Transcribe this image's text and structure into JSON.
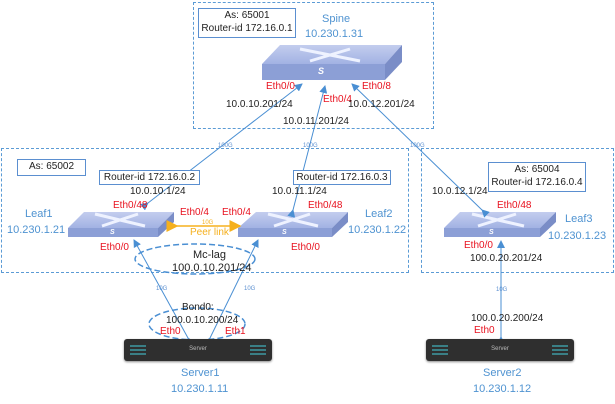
{
  "spine": {
    "name": "Spine",
    "mgmt_ip": "10.230.1.31",
    "as": "As: 65001",
    "router_id": "Router-id 172.16.0.1",
    "ports": [
      "Eth0/0",
      "Eth0/4",
      "Eth0/8"
    ],
    "ips": [
      "10.0.10.201/24",
      "10.0.11.201/24",
      "10.0.12.201/24"
    ]
  },
  "leaf1": {
    "name": "Leaf1",
    "mgmt_ip": "10.230.1.21",
    "as": "As: 65002",
    "router_id": "Router-id 172.16.0.2",
    "uplink_ip": "10.0.10.1/24",
    "uplink_port": "Eth0/48",
    "peer_port": "Eth0/4",
    "down_port": "Eth0/0"
  },
  "leaf2": {
    "name": "Leaf2",
    "mgmt_ip": "10.230.1.22",
    "router_id": "Router-id 172.16.0.3",
    "uplink_ip": "10.0.11.1/24",
    "uplink_port": "Eth0/48",
    "peer_port": "Eth0/4",
    "down_port": "Eth0/0"
  },
  "leaf3": {
    "name": "Leaf3",
    "mgmt_ip": "10.230.1.23",
    "as": "As: 65004",
    "router_id": "Router-id 172.16.0.4",
    "uplink_ip": "10.0.12.1/24",
    "uplink_port": "Eth0/48",
    "down_port": "Eth0/0",
    "down_ip": "100.0.20.201/24"
  },
  "peer_link": {
    "label": "Peer link",
    "speed": "10G"
  },
  "mclag": {
    "label": "Mc-lag",
    "ip": "100.0.10.201/24"
  },
  "server1": {
    "name": "Server1",
    "mgmt_ip": "10.230.1.11",
    "device_label": "Server",
    "bond": "Bond0:",
    "bond_ip": "100.0.10.200/24",
    "ports": [
      "Eth0",
      "Eth1"
    ]
  },
  "server2": {
    "name": "Server2",
    "mgmt_ip": "10.230.1.12",
    "device_label": "Server",
    "ip": "100.0.20.200/24",
    "port": "Eth0"
  },
  "link_speeds": {
    "uplink": "100G",
    "downlink": "10G"
  },
  "switch_glyph": "S",
  "colors": {
    "zone": "#5b9bd5",
    "port": "#e8121f",
    "mgmt": "#4f93d1",
    "peer": "#f5b01e",
    "switch": "#8c9fd6"
  }
}
